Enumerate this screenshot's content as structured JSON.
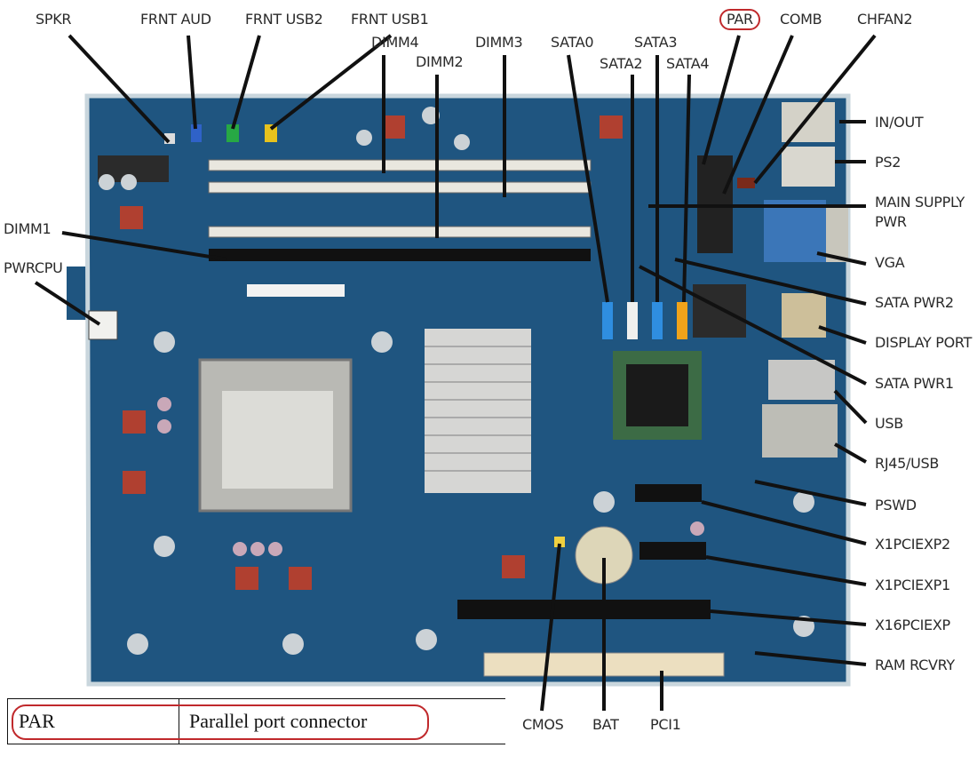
{
  "labels": {
    "spkr": "SPKR",
    "frnt_aud": "FRNT AUD",
    "frnt_usb2": "FRNT USB2",
    "frnt_usb1": "FRNT USB1",
    "dimm4": "DIMM4",
    "dimm3": "DIMM3",
    "dimm2": "DIMM2",
    "dimm1": "DIMM1",
    "pwrcpu": "PWRCPU",
    "sata0": "SATA0",
    "sata2": "SATA2",
    "sata3": "SATA3",
    "sata4": "SATA4",
    "par": "PAR",
    "comb": "COMB",
    "chfan2": "CHFAN2",
    "in_out": "IN/OUT",
    "ps2": "PS2",
    "main_supply_1": "MAIN SUPPLY",
    "main_supply_2": "PWR",
    "vga": "VGA",
    "sata_pwr2": "SATA PWR2",
    "display_port": "DISPLAY PORT",
    "sata_pwr1": "SATA PWR1",
    "usb": "USB",
    "rj45_usb": "RJ45/USB",
    "pswd": "PSWD",
    "x1pciexp2": "X1PCIEXP2",
    "x1pciexp1": "X1PCIEXP1",
    "x16pciexp": "X16PCIEXP",
    "ram_rcvry": "RAM RCVRY",
    "cmos": "CMOS",
    "bat": "BAT",
    "pci1": "PCI1"
  },
  "legend_table": {
    "code": "PAR",
    "description": "Parallel port connector"
  },
  "colors": {
    "board": "#1f5580",
    "highlight": "#c0292c"
  }
}
